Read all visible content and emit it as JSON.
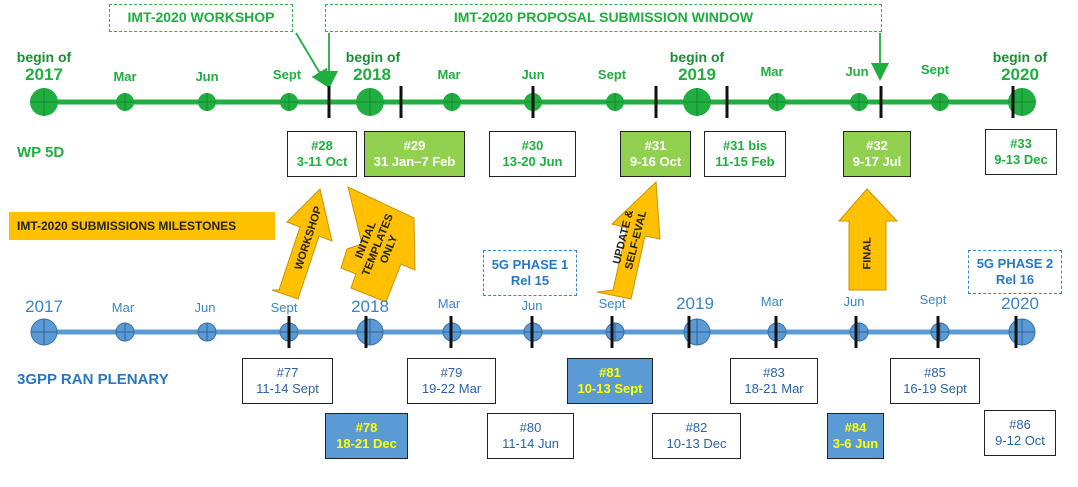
{
  "banners": {
    "workshop": "IMT-2020 WORKSHOP",
    "proposal_window": "IMT-2020 PROPOSAL SUBMISSION WINDOW"
  },
  "wp5d": {
    "heading": "WP 5D",
    "begin_label": "begin of",
    "years": [
      "2017",
      "2018",
      "2019",
      "2020"
    ],
    "months": [
      "Mar",
      "Jun",
      "Sept",
      "Mar",
      "Jun",
      "Sept",
      "Mar",
      "Jun",
      "Sept"
    ],
    "meetings": [
      {
        "num": "#28",
        "date": "3-11 Oct"
      },
      {
        "num": "#29",
        "date": "31 Jan–7 Feb"
      },
      {
        "num": "#30",
        "date": "13-20 Jun"
      },
      {
        "num": "#31",
        "date": "9-16 Oct"
      },
      {
        "num": "#31 bis",
        "date": "11-15 Feb"
      },
      {
        "num": "#32",
        "date": "9-17 Jul"
      },
      {
        "num": "#33",
        "date": "9-13 Dec"
      }
    ],
    "colors": {
      "line": "#1fae3f",
      "highlight": "#92d050"
    }
  },
  "milestones": {
    "label": "IMT-2020 SUBMISSIONS MILESTONES",
    "arrows": [
      {
        "text": "WORKSHOP"
      },
      {
        "text_lines": [
          "INITIAL",
          "TEMPLATES",
          "ONLY"
        ]
      },
      {
        "text_lines": [
          "UPDATE &",
          "SELF-EVAL"
        ]
      },
      {
        "text": "FINAL"
      }
    ],
    "color": "#ffc000"
  },
  "phases": {
    "phase1": {
      "title": "5G PHASE 1",
      "rel": "Rel 15"
    },
    "phase2": {
      "title": "5G PHASE 2",
      "rel": "Rel 16"
    }
  },
  "ran": {
    "heading": "3GPP RAN PLENARY",
    "years": [
      "2017",
      "2018",
      "2019",
      "2020"
    ],
    "months": [
      "Mar",
      "Jun",
      "Sept",
      "Mar",
      "Jun",
      "Sept",
      "Mar",
      "Jun",
      "Sept"
    ],
    "meetings": [
      {
        "num": "#77",
        "date": "11-14 Sept"
      },
      {
        "num": "#78",
        "date": "18-21 Dec"
      },
      {
        "num": "#79",
        "date": "19-22 Mar"
      },
      {
        "num": "#80",
        "date": "11-14 Jun"
      },
      {
        "num": "#81",
        "date": "10-13 Sept"
      },
      {
        "num": "#82",
        "date": "10-13 Dec"
      },
      {
        "num": "#83",
        "date": "18-21 Mar"
      },
      {
        "num": "#84",
        "date": "3-6 Jun"
      },
      {
        "num": "#85",
        "date": "16-19 Sept"
      },
      {
        "num": "#86",
        "date": "9-12 Oct"
      }
    ],
    "colors": {
      "line": "#5b9bd5",
      "highlight": "#5b9bd5"
    }
  }
}
